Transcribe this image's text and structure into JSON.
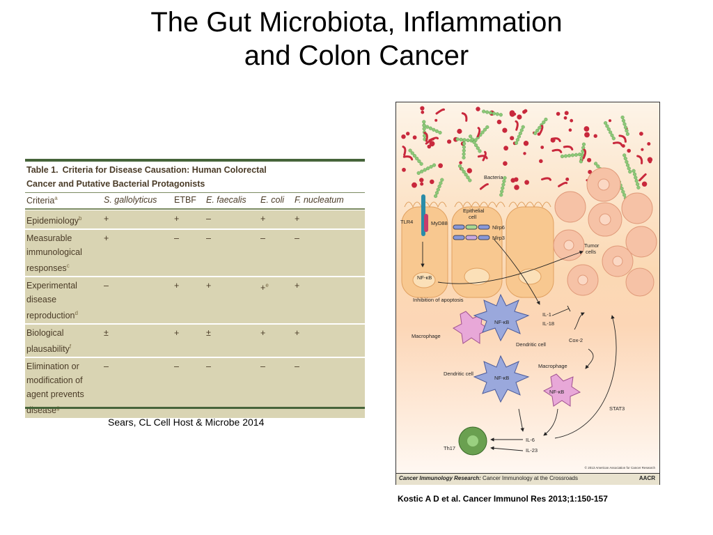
{
  "slide": {
    "title_line1": "The Gut Microbiota, Inflammation",
    "title_line2": "and Colon Cancer"
  },
  "table": {
    "caption_number": "Table 1.",
    "caption_line1": "Criteria for Disease Causation: Human Colorectal",
    "caption_line2": "Cancer and Putative Bacterial Protagonists",
    "criteria_header": "Criteria",
    "criteria_sup": "a",
    "headers": [
      "S. gallolyticus",
      "ETBF",
      "E. faecalis",
      "E. coli",
      "F. nucleatum"
    ],
    "rows": [
      {
        "lines": [
          "Epidemiology"
        ],
        "sup": "b",
        "marks": [
          "+",
          "+",
          "–",
          "+",
          "+"
        ],
        "mark_sup": [
          "",
          "",
          "",
          "",
          ""
        ]
      },
      {
        "lines": [
          "Measurable",
          "immunological",
          "responses"
        ],
        "sup": "c",
        "marks": [
          "+",
          "–",
          "–",
          "–",
          "–"
        ],
        "mark_sup": [
          "",
          "",
          "",
          "",
          ""
        ]
      },
      {
        "lines": [
          "Experimental",
          "disease",
          "reproduction"
        ],
        "sup": "d",
        "marks": [
          "–",
          "+",
          "+",
          "+",
          "+"
        ],
        "mark_sup": [
          "",
          "",
          "",
          "e",
          ""
        ]
      },
      {
        "lines": [
          "Biological",
          "plausability"
        ],
        "sup": "f",
        "marks": [
          "±",
          "+",
          "±",
          "+",
          "+"
        ],
        "mark_sup": [
          "",
          "",
          "",
          "",
          ""
        ]
      },
      {
        "lines": [
          "Elimination or",
          "modification of",
          "agent prevents",
          "disease"
        ],
        "sup": "g",
        "marks": [
          "–",
          "–",
          "–",
          "–",
          "–"
        ],
        "mark_sup": [
          "",
          "",
          "",
          "",
          ""
        ]
      }
    ]
  },
  "citations": {
    "left": "Sears, CL  Cell Host & Microbe 2014",
    "right": "Kostic A D et al. Cancer Immunol Res 2013;1:150-157"
  },
  "figure": {
    "labels": {
      "bacteria": "Bacteria",
      "tlr4": "TLR4",
      "myd88": "MyD88",
      "epithelial_1": "Epithelial",
      "epithelial_2": "cell",
      "nlrp6": "Nlrp6",
      "nlrp3": "Nlrp3",
      "tumor_1": "Tumor",
      "tumor_2": "cells",
      "nfkb_epi": "NF-κB",
      "inhibition": "Inhibition of apoptosis",
      "il1": "IL-1",
      "il18": "IL-18",
      "nfkb_dc1": "NF-κB",
      "macrophage_1": "Macrophage",
      "dendritic_1": "Dendritic cell",
      "cox2": "Cox-2",
      "macrophage_2": "Macrophage",
      "dendritic_2": "Dendritic cell",
      "nfkb_dc2": "NF-κB",
      "nfkb_mac2": "NF-κB",
      "stat3": "STAT3",
      "th17": "Th17",
      "il6": "IL-6",
      "il23": "IL-23"
    },
    "copyright": "© 2013 American Association for Cancer Research",
    "footer_bold": "Cancer Immunology Research:",
    "footer_rest": " Cancer Immunology at the Crossroads",
    "logo": "AACR",
    "colors": {
      "bacteria_red": "#c8283c",
      "bacteria_green": "#8cc878",
      "epithelium": "#f8c890",
      "tumor": "#f6c2a6",
      "macrophage": "#e8a8d8",
      "dendritic": "#9aa8dc",
      "th17": "#6aa050"
    }
  }
}
